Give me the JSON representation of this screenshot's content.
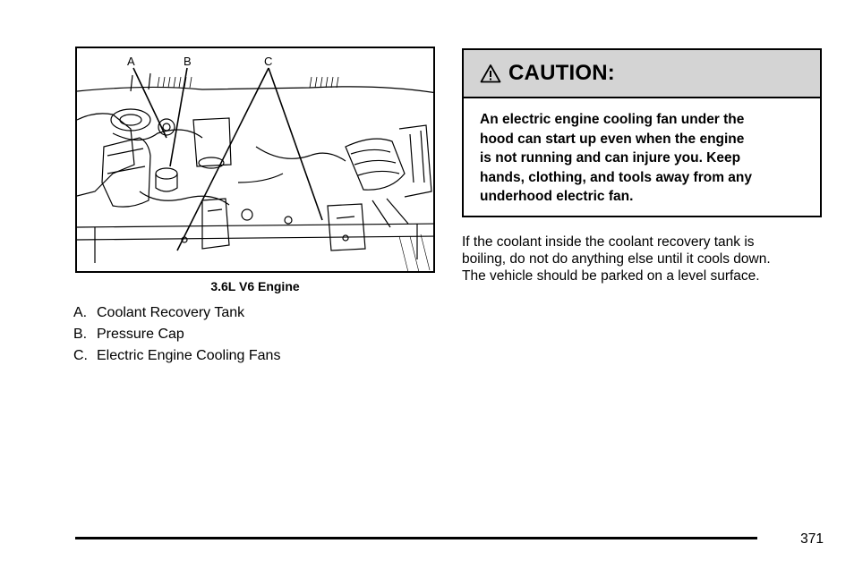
{
  "figure": {
    "callouts": [
      "A",
      "B",
      "C"
    ],
    "caption": "3.6L V6 Engine"
  },
  "legend": [
    {
      "letter": "A.",
      "text": "Coolant Recovery Tank"
    },
    {
      "letter": "B.",
      "text": "Pressure Cap"
    },
    {
      "letter": "C.",
      "text": "Electric Engine Cooling Fans"
    }
  ],
  "caution": {
    "icon": "warning-triangle-icon",
    "title": "CAUTION:",
    "lines": [
      "An electric engine cooling fan under the",
      "hood can start up even when the engine",
      "is not running and can injure you. Keep",
      "hands, clothing, and tools away from any",
      "underhood electric fan."
    ]
  },
  "body": {
    "lines": [
      "If the coolant inside the coolant recovery tank is",
      "boiling, do not do anything else until it cools down.",
      "The vehicle should be parked on a level surface."
    ]
  },
  "footer": {
    "page_number": "371"
  }
}
